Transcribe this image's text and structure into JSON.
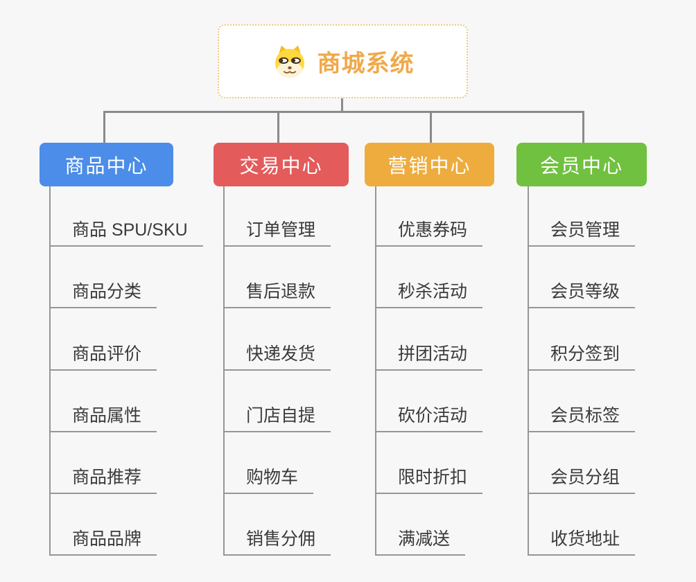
{
  "page": {
    "background": "#f7f7f7"
  },
  "root": {
    "title": "商城系统",
    "icon": "dog-face-icon",
    "text_color": "#f0a94a",
    "border_color": "#f2c77d"
  },
  "connector_color": "#8a8a8a",
  "branches": [
    {
      "label": "商品中心",
      "color": "#4b8de8",
      "children": [
        "商品 SPU/SKU",
        "商品分类",
        "商品评价",
        "商品属性",
        "商品推荐",
        "商品品牌"
      ]
    },
    {
      "label": "交易中心",
      "color": "#e45b5b",
      "children": [
        "订单管理",
        "售后退款",
        "快递发货",
        "门店自提",
        "购物车",
        "销售分佣"
      ]
    },
    {
      "label": "营销中心",
      "color": "#eeac3f",
      "children": [
        "优惠券码",
        "秒杀活动",
        "拼团活动",
        "砍价活动",
        "限时折扣",
        "满减送"
      ]
    },
    {
      "label": "会员中心",
      "color": "#70c13f",
      "children": [
        "会员管理",
        "会员等级",
        "积分签到",
        "会员标签",
        "会员分组",
        "收货地址"
      ]
    }
  ]
}
